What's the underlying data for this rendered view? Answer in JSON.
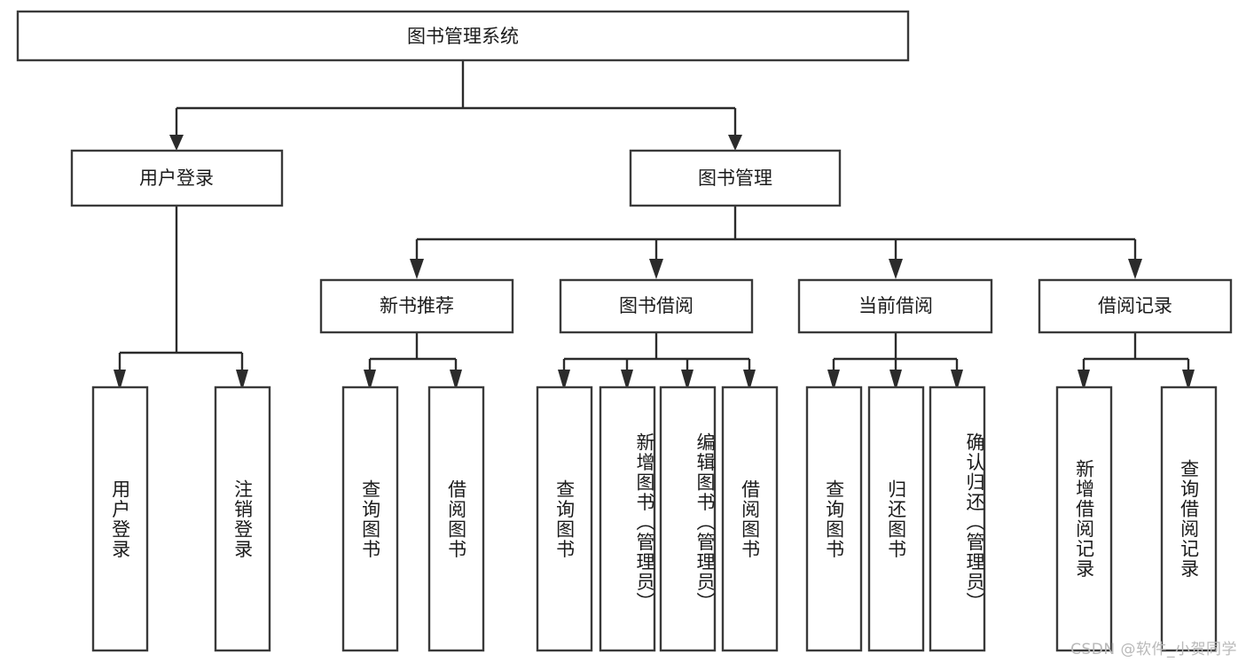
{
  "diagram": {
    "title": "图书管理系统",
    "type": "tree",
    "background": "#ffffff",
    "box_stroke": "#3a3a3a",
    "box_fill": "#ffffff",
    "connector_color": "#2b2b2b",
    "text_color": "#1b1b1b"
  },
  "root": {
    "label": "图书管理系统"
  },
  "level2": [
    {
      "label": "用户登录"
    },
    {
      "label": "图书管理"
    }
  ],
  "level3": [
    {
      "label": "新书推荐"
    },
    {
      "label": "图书借阅"
    },
    {
      "label": "当前借阅"
    },
    {
      "label": "借阅记录"
    }
  ],
  "leaves": {
    "user_login": [
      {
        "label": "用户登录"
      },
      {
        "label": "注销登录"
      }
    ],
    "new_book_recommend": [
      {
        "label": "查询图书"
      },
      {
        "label": "借阅图书"
      }
    ],
    "book_borrow": [
      {
        "label": "查询图书"
      },
      {
        "label": "新增图书（管理员）"
      },
      {
        "label": "编辑图书（管理员）"
      },
      {
        "label": "借阅图书"
      }
    ],
    "current_borrow": [
      {
        "label": "查询图书"
      },
      {
        "label": "归还图书"
      },
      {
        "label": "确认归还（管理员）"
      }
    ],
    "borrow_record": [
      {
        "label": "新增借阅记录"
      },
      {
        "label": "查询借阅记录"
      }
    ]
  },
  "watermark": {
    "text": "CSDN @软件_小贺同学"
  }
}
